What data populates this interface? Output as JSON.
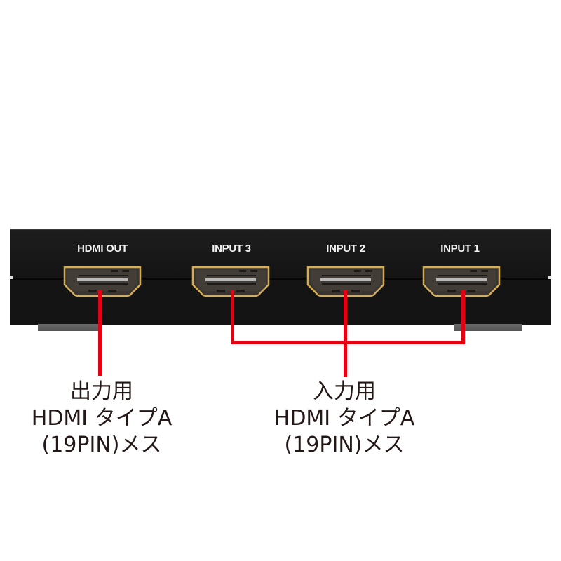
{
  "device": {
    "ports": [
      {
        "id": "hdmi-out",
        "label": "HDMI OUT"
      },
      {
        "id": "input-3",
        "label": "INPUT 3"
      },
      {
        "id": "input-2",
        "label": "INPUT 2"
      },
      {
        "id": "input-1",
        "label": "INPUT 1"
      }
    ]
  },
  "callouts": {
    "output": {
      "line1": "出力用",
      "line2": "HDMI タイプA",
      "line3": "(19PIN)メス"
    },
    "input": {
      "line1": "入力用",
      "line2": "HDMI タイプA",
      "line3": "(19PIN)メス"
    }
  },
  "colors": {
    "leader_line": "#e60012",
    "device_body": "#161616",
    "port_rim": "#c9a24a",
    "text": "#231815"
  }
}
